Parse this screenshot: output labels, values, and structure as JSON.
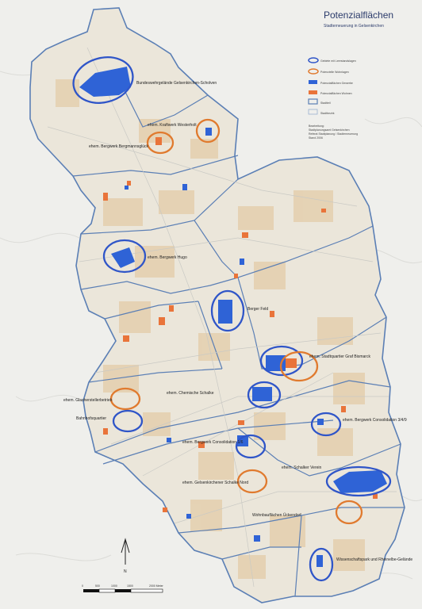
{
  "title": "Potenzialflächen",
  "subtitle": "Stadterneuerung in Gelsenkirchen",
  "legend": [
    {
      "label": "Gebiete mit Leerstandslagen",
      "kind": "blue-ring"
    },
    {
      "label": "Potenzielle Wohnlagen",
      "kind": "orange-ring"
    },
    {
      "label": "Potenzialflächen Gewerbe",
      "kind": "blue-fill"
    },
    {
      "label": "Potenzialflächen Wohnen",
      "kind": "orange-fill"
    },
    {
      "label": "Stadtteil",
      "kind": "box"
    },
    {
      "label": "Stadtbezirk",
      "kind": "box-light"
    }
  ],
  "legend_note": [
    "Bearbeitung:",
    "Stadtplanungsamt Gelsenkirchen",
    "Referat Stadtplanung / Stadterneuerung",
    "Stand 2006"
  ],
  "north_label": "N",
  "scale_labels": [
    "0",
    "500",
    "1000",
    "1500",
    "2000 Meter"
  ],
  "sites": [
    {
      "label": "Bundeswehrgelände Gelsenkirchen-Scholven"
    },
    {
      "label": "ehem. Kraftwerk Westerholt"
    },
    {
      "label": "ehem. Bergwerk Bergmannsglück"
    },
    {
      "label": "ehem. Bergwerk Hugo"
    },
    {
      "label": "Berger Feld"
    },
    {
      "label": "ehem. Stadtquartier Graf Bismarck"
    },
    {
      "label": "ehem. Glasherstellerbetrieb"
    },
    {
      "label": "ehem. Chemische Schalke"
    },
    {
      "label": "Bahnhofsquartier"
    },
    {
      "label": "ehem. Bergwerk Consolidation 3/4/9"
    },
    {
      "label": "ehem. Bergwerk Consolidation 1/6"
    },
    {
      "label": "ehem. Schalker Verein"
    },
    {
      "label": "ehem. Gelsenkirchener Schalke Nord"
    },
    {
      "label": "Wohnbauflächen Ückendorf"
    },
    {
      "label": "Wissenschaftspark und Rheinelbe-Gelände"
    }
  ]
}
